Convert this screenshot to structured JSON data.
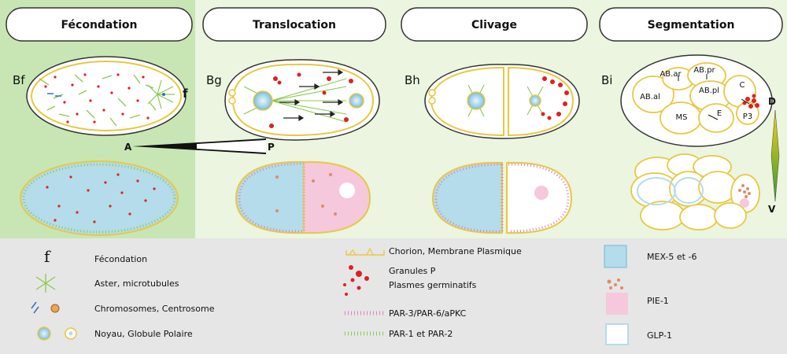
{
  "headers": [
    "Fécondation",
    "Translocation",
    "Clivage",
    "Segmentation"
  ],
  "panel_labels": [
    "Bf",
    "Bg",
    "Bh",
    "Bi"
  ],
  "markers": {
    "f": "f",
    "A": "A",
    "P": "P",
    "D": "D",
    "V": "V"
  },
  "cells": {
    "ABar": "AB.ar",
    "ABpr": "AB.pr",
    "ABal": "AB.al",
    "ABpl": "AB.pl",
    "C": "C",
    "MS": "MS",
    "E": "E",
    "P3": "P3"
  },
  "legend": {
    "fecondation_symbol": "f",
    "fecondation": "Fécondation",
    "aster": "Aster, microtubules",
    "chromosomes": "Chromosomes, Centrosome",
    "noyau": "Noyau, Globule Polaire",
    "chorion": "Chorion, Membrane Plasmique",
    "granules_1": "Granules P",
    "granules_2": "Plasmes germinatifs",
    "par3": "PAR-3/PAR-6/aPKC",
    "par1": "PAR-1 et PAR-2",
    "mex": "MEX-5 et -6",
    "pie": "PIE-1",
    "glp": "GLP-1"
  },
  "colors": {
    "green_bg": "#c8e6b4",
    "light_bg": "#ebf5df",
    "legend_bg": "#e6e6e6",
    "membrane": "#e8c840",
    "mex_blue": "#b4dcea",
    "pie_pink": "#f5c8dc",
    "granule_red": "#e02020",
    "par3_pink": "#e080c0",
    "par1_green": "#8cc850"
  }
}
